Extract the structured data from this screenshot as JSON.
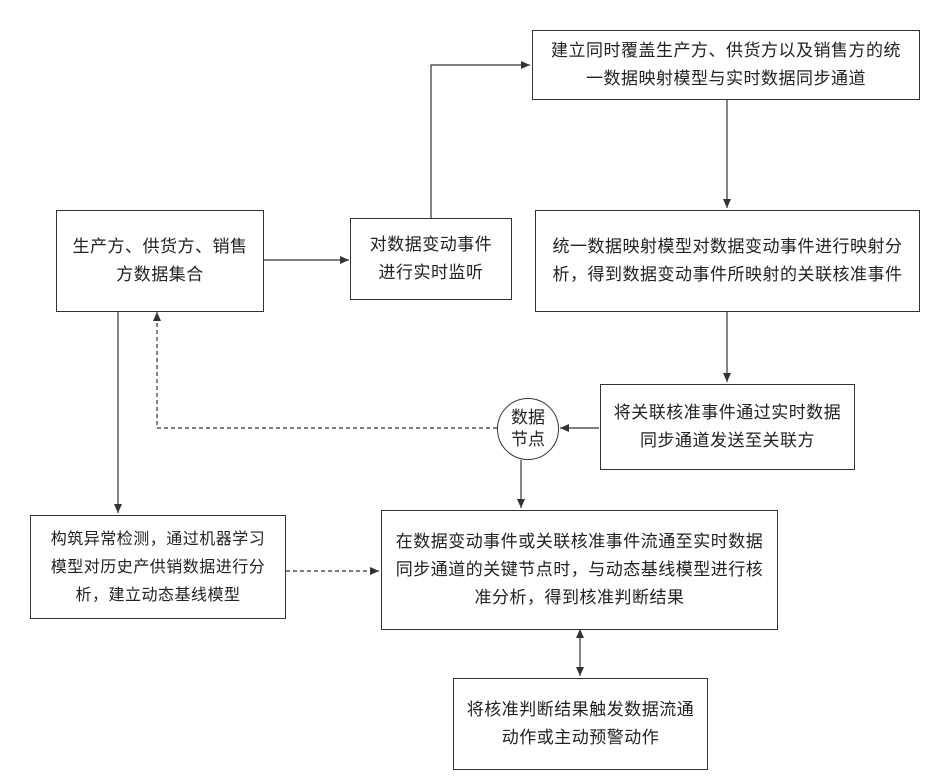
{
  "nodes": {
    "dataset": "生产方、供货方、销售方数据集合",
    "monitor": "对数据变动事件进行实时监听",
    "mapping_model": "建立同时覆盖生产方、供货方以及销售方的统一数据映射模型与实时数据同步通道",
    "mapping_analysis": "统一数据映射模型对数据变动事件进行映射分析，得到数据变动事件所映射的关联核准事件",
    "send": "将关联核准事件通过实时数据同步通道发送至关联方",
    "data_node": "数据节点",
    "anomaly": "构筑异常检测，通过机器学习模型对历史产供销数据进行分析，建立动态基线模型",
    "verify": "在数据变动事件或关联核准事件流通至实时数据同步通道的关键节点时，与动态基线模型进行核准分析，得到核准判断结果",
    "trigger": "将核准判断结果触发数据流通动作或主动预警动作"
  }
}
